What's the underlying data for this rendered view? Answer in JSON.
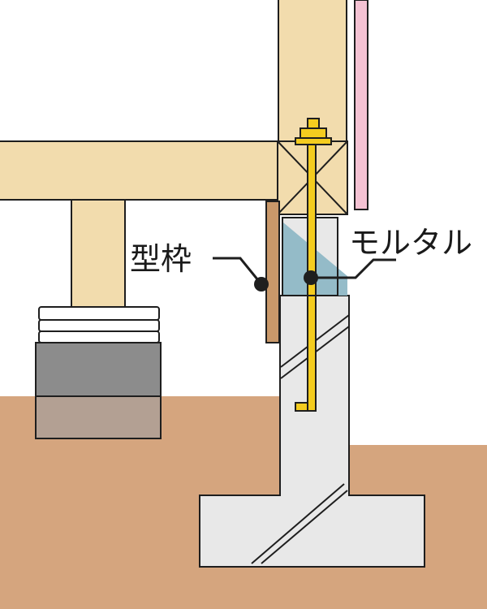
{
  "labels": {
    "formwork": "型枠",
    "mortar": "モルタル"
  },
  "colors": {
    "background": "#ffffff",
    "soil": "#d5a57e",
    "timber": "#f2dcad",
    "outline": "#1e1e1e",
    "concrete": "#e8e8e8",
    "formwork_board": "#c9986a",
    "mortar": "#8fb8c6",
    "anchor_bolt": "#f4cc1f",
    "wall_board": "#f4c2d3",
    "pier_block_top": "#8c8c8c",
    "pier_block_bottom": "#b3a093",
    "shim": "#ffffff"
  },
  "icons": {
    "leader_dot": "filled-circle"
  }
}
